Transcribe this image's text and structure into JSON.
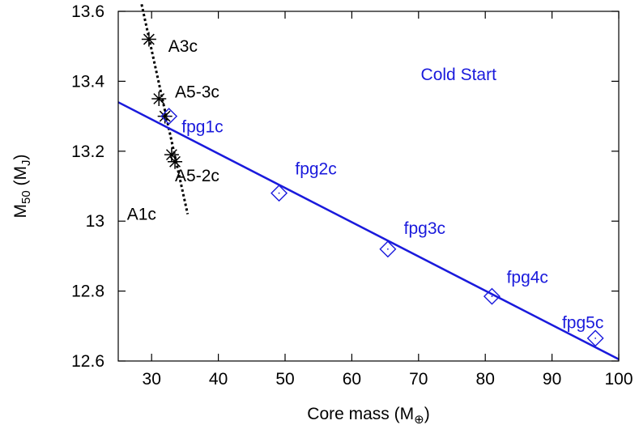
{
  "chart_data": {
    "type": "scatter",
    "xlabel": {
      "main": "Core mass (M",
      "sub": "⊕",
      "close": ")"
    },
    "ylabel": {
      "main": "M",
      "sub": "50",
      "rest": " (M",
      "sub2": "J",
      "close": ")"
    },
    "xlim": [
      25,
      100
    ],
    "ylim": [
      12.6,
      13.6
    ],
    "x_ticks": [
      30,
      40,
      50,
      60,
      70,
      80,
      90,
      100
    ],
    "x_tick_labels": [
      "30",
      "40",
      "50",
      "60",
      "70",
      "80",
      "90",
      "100"
    ],
    "y_ticks": [
      12.6,
      12.8,
      13.0,
      13.2,
      13.4,
      13.6
    ],
    "y_tick_labels": [
      "12.6",
      "12.8",
      "13",
      "13.2",
      "13.4",
      "13.6"
    ],
    "grid": false,
    "colors": {
      "blue": "#1a1adc",
      "black": "#000000"
    },
    "annotations": [
      {
        "text": "Cold Start",
        "x": 76,
        "y": 13.42,
        "color": "#1a1adc",
        "anchor": "middle"
      },
      {
        "text": "A3c",
        "x": 32.5,
        "y": 13.5,
        "color": "#000000",
        "anchor": "start"
      },
      {
        "text": "A5-3c",
        "x": 33.5,
        "y": 13.37,
        "color": "#000000",
        "anchor": "start"
      },
      {
        "text": "A5-2c",
        "x": 33.5,
        "y": 13.13,
        "color": "#000000",
        "anchor": "start"
      },
      {
        "text": "A1c",
        "x": 26.3,
        "y": 13.02,
        "color": "#000000",
        "anchor": "start"
      },
      {
        "text": "fpg1c",
        "x": 34.5,
        "y": 13.27,
        "color": "#1a1adc",
        "anchor": "start"
      },
      {
        "text": "fpg2c",
        "x": 51.5,
        "y": 13.15,
        "color": "#1a1adc",
        "anchor": "start"
      },
      {
        "text": "fpg3c",
        "x": 67.8,
        "y": 12.98,
        "color": "#1a1adc",
        "anchor": "start"
      },
      {
        "text": "fpg4c",
        "x": 83.2,
        "y": 12.84,
        "color": "#1a1adc",
        "anchor": "start"
      },
      {
        "text": "fpg5c",
        "x": 91.5,
        "y": 12.71,
        "color": "#1a1adc",
        "anchor": "start"
      }
    ],
    "series": [
      {
        "marker": "asterisk",
        "color": "#000000",
        "points": [
          {
            "x": 29.6,
            "y": 13.52
          },
          {
            "x": 31.1,
            "y": 13.35
          },
          {
            "x": 32.0,
            "y": 13.3
          },
          {
            "x": 33.0,
            "y": 13.19
          },
          {
            "x": 33.5,
            "y": 13.17
          }
        ]
      },
      {
        "marker": "diamond",
        "color": "#1a1adc",
        "points": [
          {
            "x": 32.6,
            "y": 13.3
          },
          {
            "x": 49.1,
            "y": 13.08
          },
          {
            "x": 65.4,
            "y": 12.92
          },
          {
            "x": 81.0,
            "y": 12.785
          },
          {
            "x": 96.5,
            "y": 12.665
          }
        ]
      }
    ],
    "lines": [
      {
        "style": "dashed",
        "color": "#000000",
        "x1": 28.5,
        "y1": 13.62,
        "x2": 35.4,
        "y2": 13.02
      },
      {
        "style": "solid",
        "color": "#1a1adc",
        "x1": 25,
        "y1": 13.34,
        "x2": 100,
        "y2": 12.605
      }
    ]
  }
}
